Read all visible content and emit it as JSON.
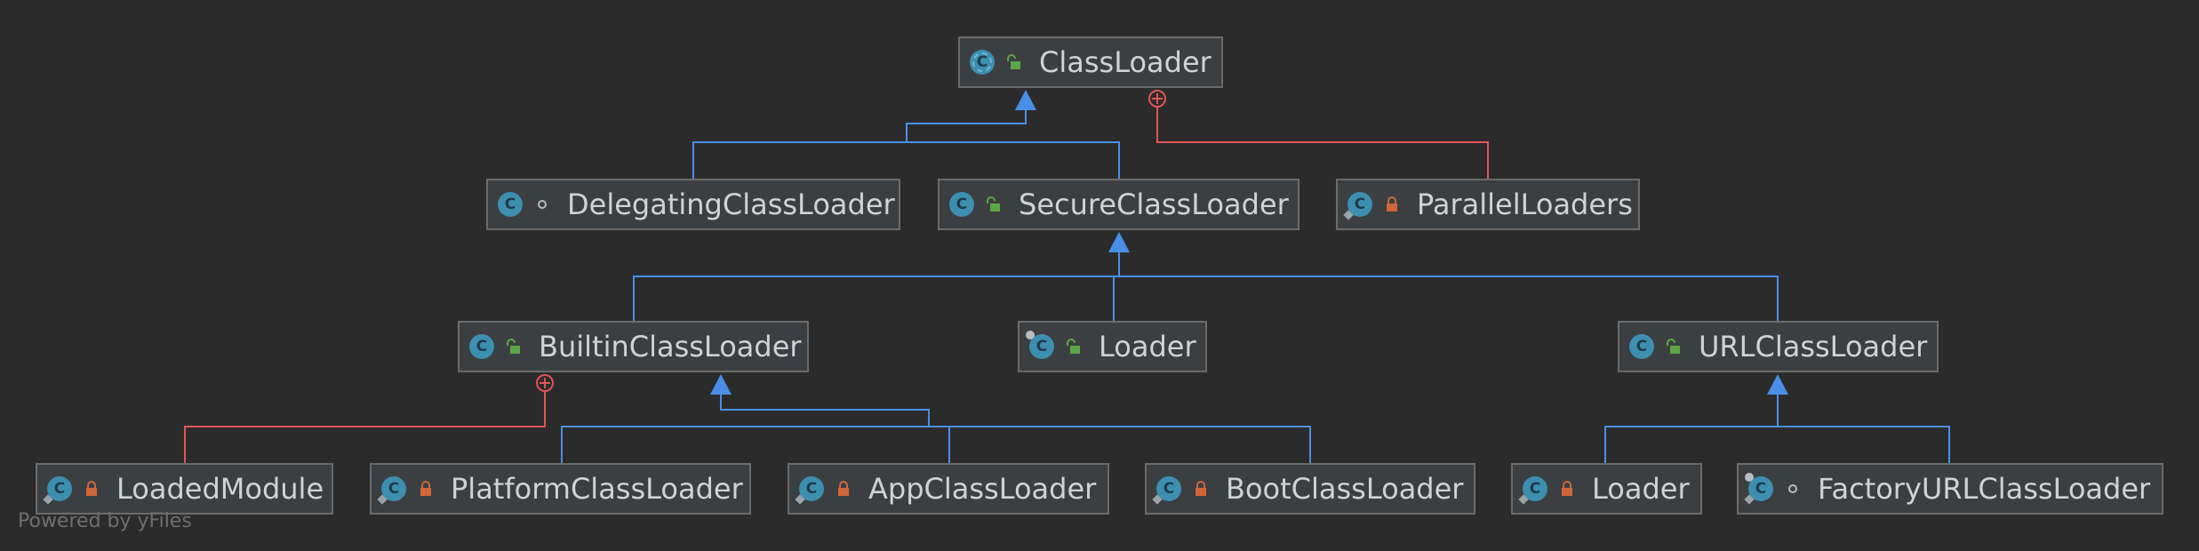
{
  "diagram": {
    "nodes": {
      "classloader": {
        "name": "ClassLoader",
        "visibility": "public",
        "kind": "abstract-class"
      },
      "delegating": {
        "name": "DelegatingClassLoader",
        "visibility": "package-private",
        "kind": "class"
      },
      "secure": {
        "name": "SecureClassLoader",
        "visibility": "public",
        "kind": "class"
      },
      "parallel": {
        "name": "ParallelLoaders",
        "visibility": "private",
        "kind": "static-nested-class"
      },
      "builtin": {
        "name": "BuiltinClassLoader",
        "visibility": "public",
        "kind": "class"
      },
      "loader1": {
        "name": "Loader",
        "visibility": "public",
        "kind": "class"
      },
      "urlclassloader": {
        "name": "URLClassLoader",
        "visibility": "public",
        "kind": "class"
      },
      "loadedmodule": {
        "name": "LoadedModule",
        "visibility": "private",
        "kind": "static-nested-class"
      },
      "platform": {
        "name": "PlatformClassLoader",
        "visibility": "private",
        "kind": "static-nested-class"
      },
      "app": {
        "name": "AppClassLoader",
        "visibility": "private",
        "kind": "static-nested-class"
      },
      "boot": {
        "name": "BootClassLoader",
        "visibility": "private",
        "kind": "static-nested-class"
      },
      "loader2": {
        "name": "Loader",
        "visibility": "private",
        "kind": "static-nested-class"
      },
      "factory": {
        "name": "FactoryURLClassLoader",
        "visibility": "package-private",
        "kind": "static-nested-class"
      }
    },
    "edges": [
      {
        "from": "delegating",
        "to": "classloader",
        "type": "inheritance"
      },
      {
        "from": "secure",
        "to": "classloader",
        "type": "inheritance"
      },
      {
        "from": "parallel",
        "to": "classloader",
        "type": "inner-class"
      },
      {
        "from": "builtin",
        "to": "secure",
        "type": "inheritance"
      },
      {
        "from": "loader1",
        "to": "secure",
        "type": "inheritance"
      },
      {
        "from": "urlclassloader",
        "to": "secure",
        "type": "inheritance"
      },
      {
        "from": "loadedmodule",
        "to": "builtin",
        "type": "inner-class"
      },
      {
        "from": "platform",
        "to": "builtin",
        "type": "inheritance"
      },
      {
        "from": "app",
        "to": "builtin",
        "type": "inheritance"
      },
      {
        "from": "boot",
        "to": "builtin",
        "type": "inheritance"
      },
      {
        "from": "loader2",
        "to": "urlclassloader",
        "type": "inheritance"
      },
      {
        "from": "factory",
        "to": "urlclassloader",
        "type": "inheritance"
      }
    ]
  },
  "icons": {
    "class_letter": "C",
    "inheritance_color": "#4a8fe7",
    "inner_class_color": "#e05555",
    "public_color": "#5aa845",
    "private_color": "#d0663a",
    "package_color": "#bbbbbb"
  },
  "footer": "Powered by yFiles"
}
